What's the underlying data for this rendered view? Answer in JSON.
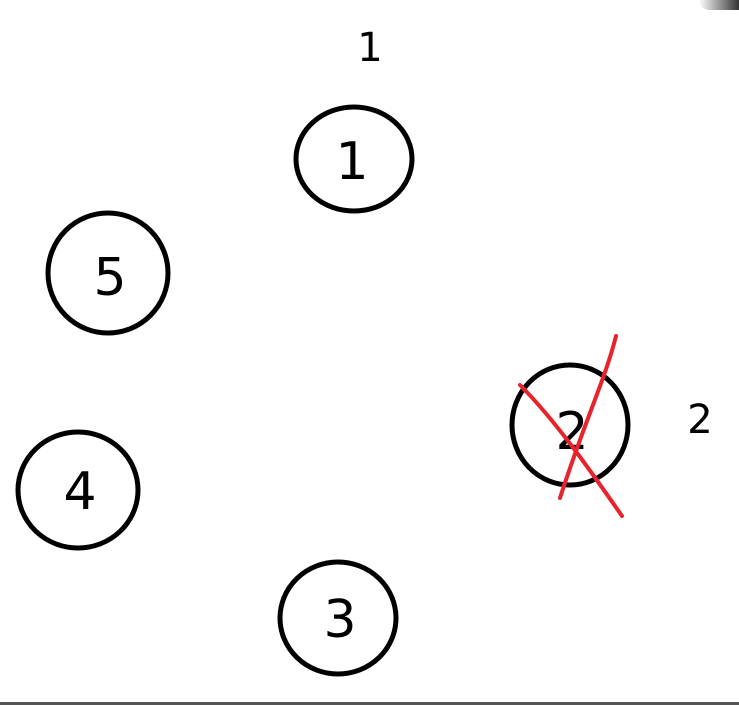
{
  "diagram": {
    "annotations": {
      "top_mark": "1",
      "right_mark": "2"
    },
    "nodes": [
      {
        "id": "node-1",
        "label": "1",
        "eliminated": false
      },
      {
        "id": "node-2",
        "label": "2",
        "eliminated": true
      },
      {
        "id": "node-3",
        "label": "3",
        "eliminated": false
      },
      {
        "id": "node-4",
        "label": "4",
        "eliminated": false
      },
      {
        "id": "node-5",
        "label": "5",
        "eliminated": false
      }
    ],
    "colors": {
      "ink": "#000000",
      "cross_out": "#e8232a",
      "background": "#ffffff"
    }
  }
}
